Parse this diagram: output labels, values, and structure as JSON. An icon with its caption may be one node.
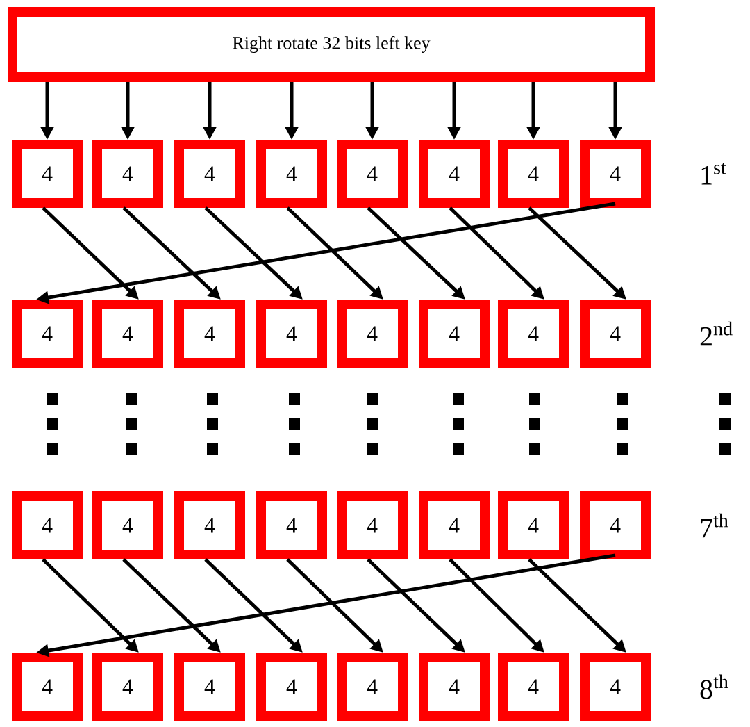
{
  "diagram": {
    "nodes": [
      {
        "text": [
          "Right rotate 32 bits left key"
        ]
      },
      {
        "text": [
          "4"
        ]
      },
      {
        "text": [
          "4"
        ]
      },
      {
        "text": [
          "4"
        ]
      },
      {
        "text": [
          "4"
        ]
      },
      {
        "text": [
          "4"
        ]
      },
      {
        "text": [
          "4"
        ]
      },
      {
        "text": [
          "4"
        ]
      },
      {
        "text": [
          "4"
        ]
      },
      {
        "text": [
          "4"
        ]
      },
      {
        "text": [
          "4"
        ]
      },
      {
        "text": [
          "4"
        ]
      },
      {
        "text": [
          "4"
        ]
      },
      {
        "text": [
          "4"
        ]
      },
      {
        "text": [
          "4"
        ]
      },
      {
        "text": [
          "4"
        ]
      },
      {
        "text": [
          "4"
        ]
      },
      {
        "text": [
          "4"
        ]
      },
      {
        "text": [
          "4"
        ]
      },
      {
        "text": [
          "4"
        ]
      },
      {
        "text": [
          "4"
        ]
      },
      {
        "text": [
          "4"
        ]
      },
      {
        "text": [
          "4"
        ]
      },
      {
        "text": [
          "4"
        ]
      },
      {
        "text": [
          "4"
        ]
      },
      {
        "text": [
          "4"
        ]
      },
      {
        "text": [
          "4"
        ]
      },
      {
        "text": [
          "4"
        ]
      },
      {
        "text": [
          "4"
        ]
      },
      {
        "text": [
          "4"
        ]
      },
      {
        "text": [
          "4"
        ]
      },
      {
        "text": [
          "4"
        ]
      },
      {
        "text": [
          "4"
        ]
      }
    ],
    "edges": [
      {
        "from": 0,
        "to": 1,
        "arrow": "to"
      },
      {
        "from": 0,
        "to": 2,
        "arrow": "to"
      },
      {
        "from": 0,
        "to": 3,
        "arrow": "to"
      },
      {
        "from": 0,
        "to": 4,
        "arrow": "to"
      },
      {
        "from": 0,
        "to": 5,
        "arrow": "to"
      },
      {
        "from": 0,
        "to": 6,
        "arrow": "to"
      },
      {
        "from": 0,
        "to": 7,
        "arrow": "to"
      },
      {
        "from": 0,
        "to": 8,
        "arrow": "to"
      },
      {
        "from": 1,
        "to": 10,
        "arrow": "to"
      },
      {
        "from": 2,
        "to": 11,
        "arrow": "to"
      },
      {
        "from": 3,
        "to": 12,
        "arrow": "to"
      },
      {
        "from": 4,
        "to": 13,
        "arrow": "to"
      },
      {
        "from": 5,
        "to": 14,
        "arrow": "to"
      },
      {
        "from": 6,
        "to": 15,
        "arrow": "to"
      },
      {
        "from": 7,
        "to": 16,
        "arrow": "to"
      },
      {
        "from": 8,
        "to": 9,
        "arrow": "to"
      },
      {
        "from": 17,
        "to": 26,
        "arrow": "to"
      },
      {
        "from": 18,
        "to": 27,
        "arrow": "to"
      },
      {
        "from": 19,
        "to": 28,
        "arrow": "to"
      },
      {
        "from": 20,
        "to": 29,
        "arrow": "to"
      },
      {
        "from": 21,
        "to": 30,
        "arrow": "to"
      },
      {
        "from": 22,
        "to": 31,
        "arrow": "to"
      },
      {
        "from": 23,
        "to": 32,
        "arrow": "to"
      },
      {
        "from": 24,
        "to": 25,
        "arrow": "to"
      }
    ],
    "labels": [
      "1$^{st}$",
      "2$^{nd}$",
      "7$^{th}$",
      "8$^{th}$"
    ]
  }
}
